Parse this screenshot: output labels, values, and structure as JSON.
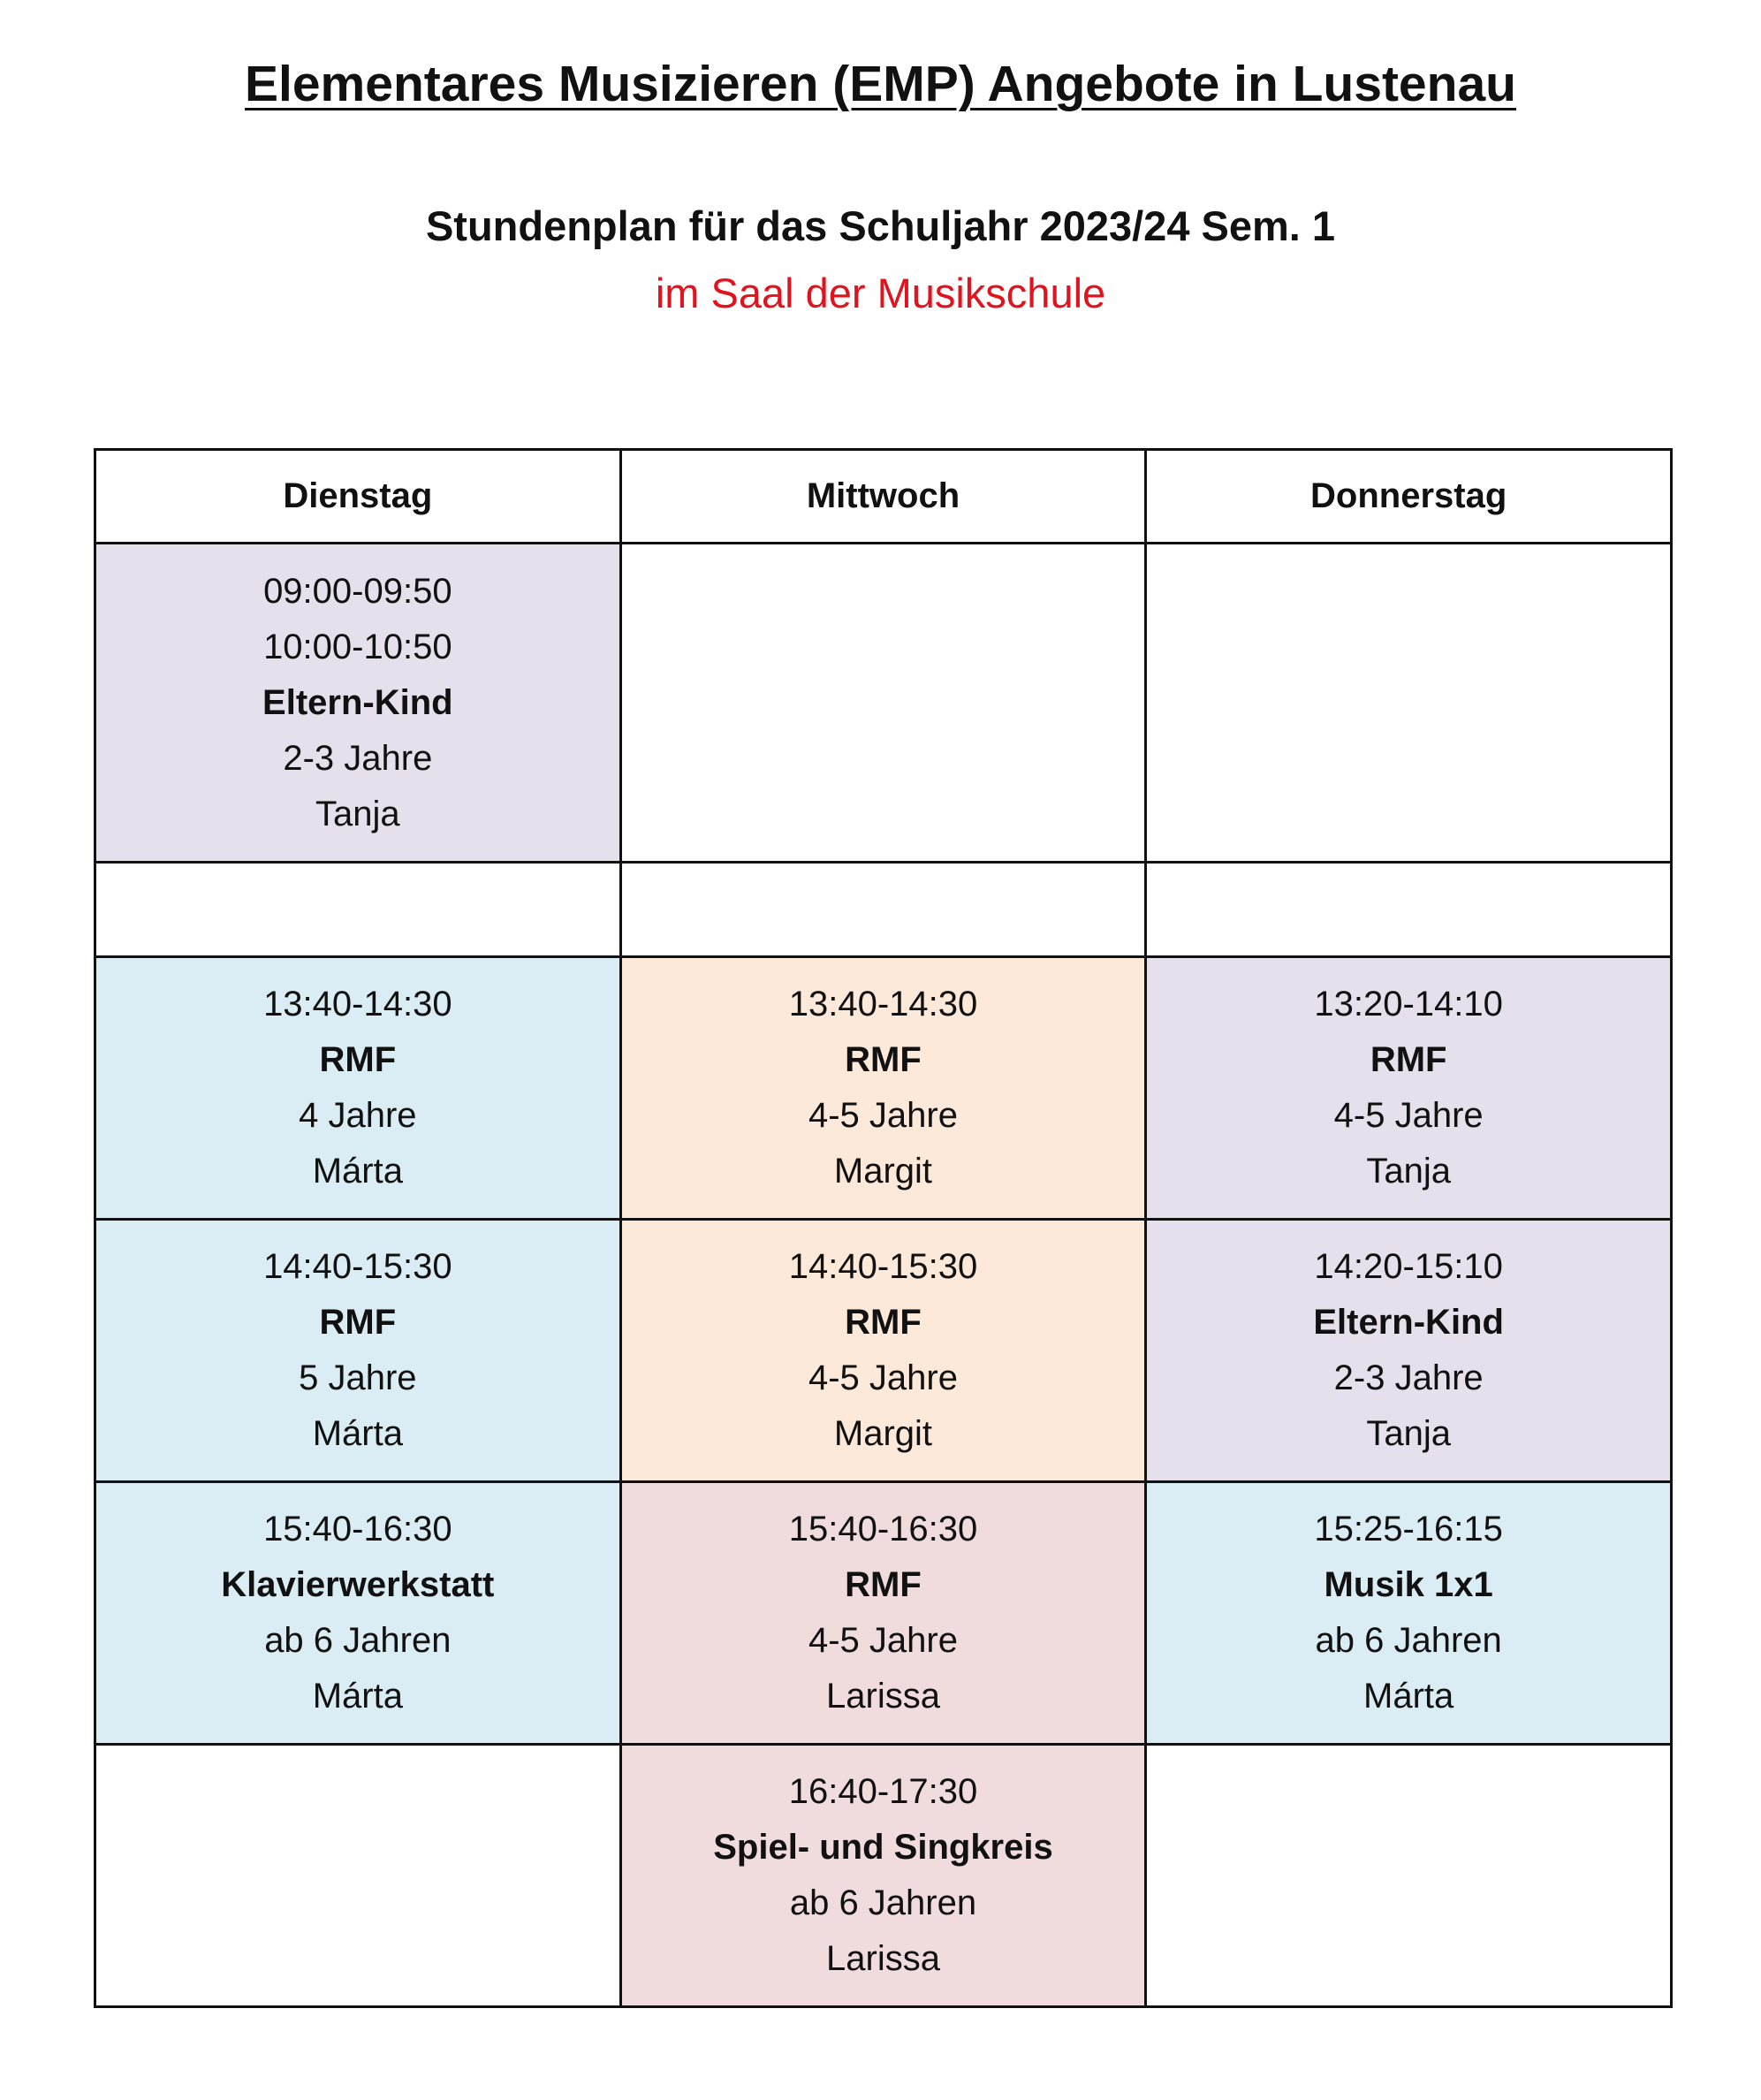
{
  "header": {
    "title": "Elementares Musizieren (EMP) Angebote in Lustenau",
    "subtitle": "Stundenplan für das Schuljahr 2023/24 Sem. 1",
    "location": "im Saal der Musikschule",
    "location_color": "#e0141e"
  },
  "colors": {
    "lavender": "#e6e0ec",
    "blue": "#dbedf4",
    "peach": "#fde9da",
    "rose": "#f0dcdc"
  },
  "schedule": {
    "days": [
      "Dienstag",
      "Mittwoch",
      "Donnerstag"
    ],
    "rows": [
      [
        {
          "times": [
            "09:00-09:50",
            "10:00-10:50"
          ],
          "course": "Eltern-Kind",
          "age": "2-3 Jahre",
          "teacher": "Tanja",
          "color": "lavender"
        },
        null,
        null
      ],
      [
        null,
        null,
        null
      ],
      [
        {
          "times": [
            "13:40-14:30"
          ],
          "course": "RMF",
          "age": "4 Jahre",
          "teacher": "Márta",
          "color": "blue"
        },
        {
          "times": [
            "13:40-14:30"
          ],
          "course": "RMF",
          "age": "4-5 Jahre",
          "teacher": "Margit",
          "color": "peach"
        },
        {
          "times": [
            "13:20-14:10"
          ],
          "course": "RMF",
          "age": "4-5 Jahre",
          "teacher": "Tanja",
          "color": "lavender"
        }
      ],
      [
        {
          "times": [
            "14:40-15:30"
          ],
          "course": "RMF",
          "age": "5 Jahre",
          "teacher": "Márta",
          "color": "blue"
        },
        {
          "times": [
            "14:40-15:30"
          ],
          "course": "RMF",
          "age": "4-5 Jahre",
          "teacher": "Margit",
          "color": "peach"
        },
        {
          "times": [
            "14:20-15:10"
          ],
          "course": "Eltern-Kind",
          "age": "2-3 Jahre",
          "teacher": "Tanja",
          "color": "lavender"
        }
      ],
      [
        {
          "times": [
            "15:40-16:30"
          ],
          "course": "Klavierwerkstatt",
          "age": "ab 6  Jahren",
          "teacher": "Márta",
          "color": "blue"
        },
        {
          "times": [
            "15:40-16:30"
          ],
          "course": "RMF",
          "age": "4-5 Jahre",
          "teacher": "Larissa",
          "color": "rose"
        },
        {
          "times": [
            "15:25-16:15"
          ],
          "course": "Musik 1x1",
          "age": "ab 6 Jahren",
          "teacher": "Márta",
          "color": "blue"
        }
      ],
      [
        null,
        {
          "times": [
            "16:40-17:30"
          ],
          "course": "Spiel- und Singkreis",
          "age": "ab 6 Jahren",
          "teacher": "Larissa",
          "color": "rose"
        },
        null
      ]
    ]
  }
}
